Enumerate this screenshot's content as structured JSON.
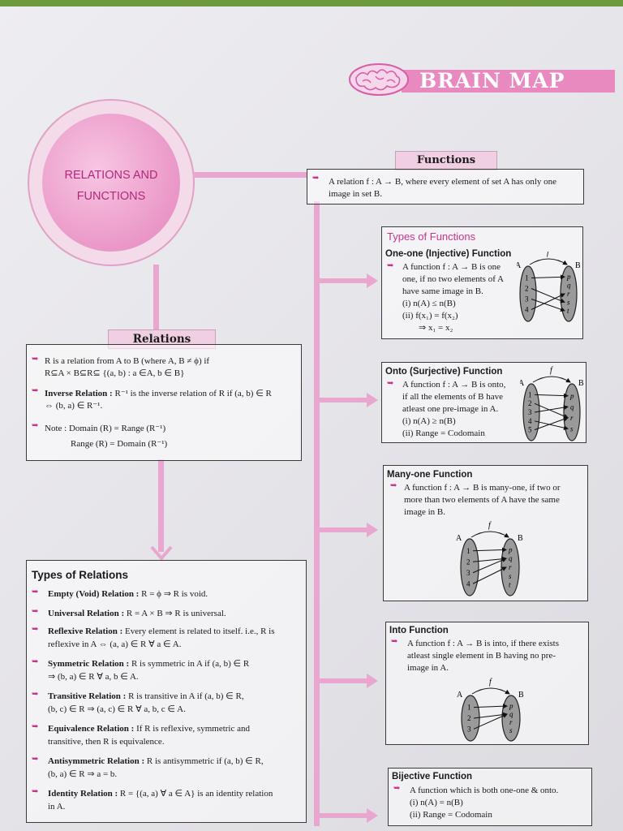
{
  "banner": {
    "title": "BRAIN MAP",
    "icon": "brain-icon"
  },
  "center": {
    "line1": "RELATIONS AND",
    "line2": "FUNCTIONS"
  },
  "functions": {
    "header": "Functions",
    "text": "A relation f : A → B, where every element of set A has only one image in set B."
  },
  "types_of_functions": {
    "title": "Types of Functions",
    "one_one": {
      "name": "One-one (Injective) Function",
      "l1": "A function f : A → B is one",
      "l2": "one, if no two elements of A",
      "l3": "have same image in B.",
      "c1": "(i)   n(A) ≤ n(B)",
      "c2": "(ii)  f(x₁) = f(x₂)",
      "c3": "⇒ x₁ = x₂"
    }
  },
  "onto": {
    "name": "Onto (Surjective) Function",
    "l1": "A function f : A → B is onto,",
    "l2": "if all the elements of B have",
    "l3": "atleast one pre-image in A.",
    "c1": "(i)   n(A) ≥ n(B)",
    "c2": "(ii)  Range = Codomain"
  },
  "many_one": {
    "name": "Many-one Function",
    "l1": "A function f : A → B is many-one, if two or",
    "l2": "more than two elements of A have the same",
    "l3": "image in B."
  },
  "into": {
    "name": "Into Function",
    "l1": "A function f : A → B is into, if there exists",
    "l2": "atleast single element in B having no pre-",
    "l3": "image in A."
  },
  "bijective": {
    "name": "Bijective Function",
    "l1": "A function which is both one-one & onto.",
    "c1": "(i)   n(A) = n(B)",
    "c2": "(ii)  Range = Codomain"
  },
  "relations": {
    "header": "Relations",
    "r1a": "R is a relation from A to B (where A, B ≠ ϕ) if",
    "r1b": "R⊆A × B⊆R⊆ {(a, b) : a ∈A, b ∈ B}",
    "r2a_label": "Inverse Relation :",
    "r2a": " R⁻¹ is the inverse relation of R if (a, b) ∈ R",
    "r2b": "⇔ (b, a) ∈ R⁻¹.",
    "r3a": "Note : Domain (R) = Range (R⁻¹)",
    "r3b": "Range (R) = Domain (R⁻¹)"
  },
  "types_of_relations": {
    "title": "Types of Relations",
    "items": [
      {
        "label": "Empty (Void) Relation :",
        "text": " R = ϕ ⇒ R is void.",
        "cont": ""
      },
      {
        "label": "Universal Relation :",
        "text": " R = A × B ⇒ R is universal.",
        "cont": ""
      },
      {
        "label": "Reflexive Relation :",
        "text": " Every element is related to itself. i.e., R is",
        "cont": "reflexive in A ⇔ (a, a) ∈ R ∀ a ∈ A."
      },
      {
        "label": "Symmetric Relation :",
        "text": " R is symmetric in A if (a, b) ∈ R",
        "cont": "⇒ (b, a) ∈ R ∀ a, b ∈ A."
      },
      {
        "label": "Transitive Relation :",
        "text": " R is transitive in A if (a, b) ∈ R,",
        "cont": "(b, c) ∈ R ⇒ (a, c) ∈ R ∀ a, b, c ∈ A."
      },
      {
        "label": "Equivalence Relation :",
        "text": " If R is reflexive, symmetric and",
        "cont": "transitive, then R is equivalence."
      },
      {
        "label": "Antisymmetric Relation :",
        "text": " R is antisymmetric if (a, b) ∈ R,",
        "cont": "(b, a) ∈ R ⇒ a = b."
      },
      {
        "label": "Identity Relation :",
        "text": " R = {(a, a) ∀ a ∈ A} is an identity relation",
        "cont": "in A."
      }
    ]
  },
  "diagram_labels": {
    "f": "f",
    "A": "A",
    "B": "B",
    "a_one_one": [
      "1",
      "2",
      "3",
      "4"
    ],
    "b_one_one": [
      "p",
      "q",
      "r",
      "s",
      "t"
    ],
    "a_onto": [
      "1",
      "2",
      "3",
      "4",
      "5"
    ],
    "b_onto": [
      "p",
      "q",
      "r",
      "s"
    ],
    "a_many": [
      "1",
      "2",
      "3",
      "4"
    ],
    "b_many": [
      "p",
      "q",
      "r",
      "s",
      "t"
    ],
    "a_into": [
      "1",
      "2",
      "3"
    ],
    "b_into": [
      "p",
      "q",
      "r",
      "s"
    ]
  }
}
